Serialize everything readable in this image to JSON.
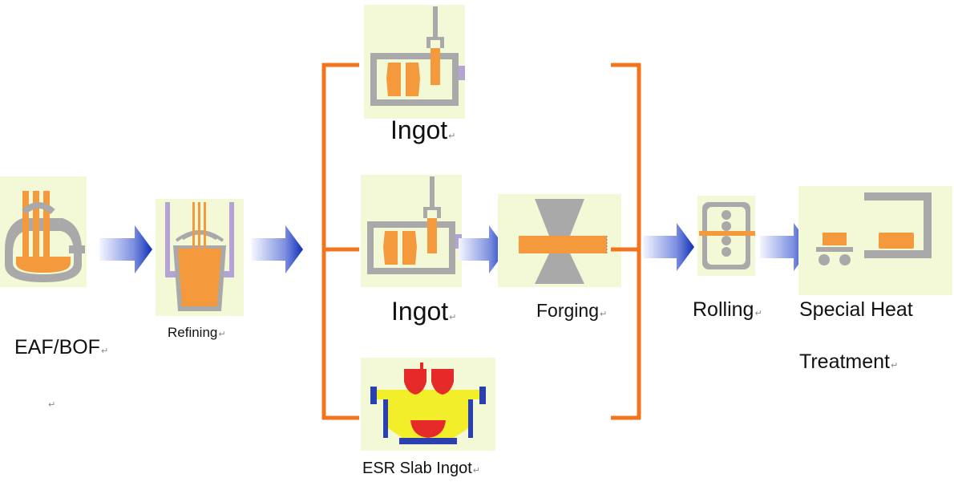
{
  "stages": {
    "eaf": {
      "label": "EAF/BOF"
    },
    "refining": {
      "label": "Refining"
    },
    "ingot_top": {
      "label": "Ingot"
    },
    "ingot_mid": {
      "label": "Ingot"
    },
    "esr": {
      "label": "ESR Slab Ingot"
    },
    "forging": {
      "label": "Forging"
    },
    "rolling": {
      "label": "Rolling"
    },
    "heat": {
      "label_line1": "Special Heat",
      "label_line2": "Treatment"
    }
  },
  "marks": {
    "para": "↵"
  },
  "colors": {
    "panel": "#f3f8d6",
    "steel": "#f49a3c",
    "gray": "#a9a9a9",
    "purple": "#b6a3d6",
    "bracket": "#f2741c",
    "arrow": "#0f2fb8",
    "esr_red": "#e62a2a",
    "esr_yellow": "#f2ee2a",
    "esr_blue": "#2a3fb0"
  }
}
